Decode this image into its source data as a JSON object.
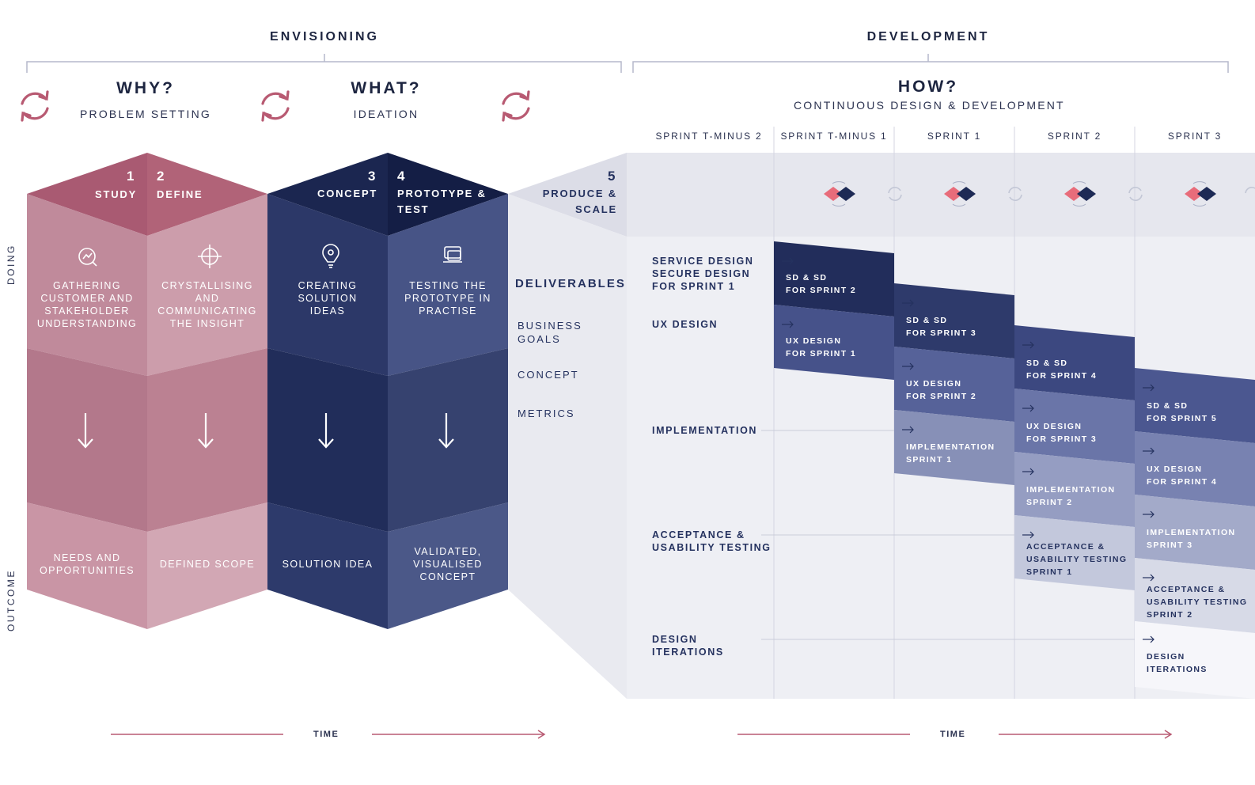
{
  "header": {
    "envisioning": "ENVISIONING",
    "development": "DEVELOPMENT"
  },
  "questions": {
    "why": {
      "title": "WHY?",
      "subtitle": "PROBLEM SETTING"
    },
    "what": {
      "title": "WHAT?",
      "subtitle": "IDEATION"
    },
    "how": {
      "title": "HOW?",
      "subtitle": "CONTINUOUS DESIGN & DEVELOPMENT"
    }
  },
  "sprints": [
    "SPRINT T-MINUS 2",
    "SPRINT T-MINUS 1",
    "SPRINT 1",
    "SPRINT 2",
    "SPRINT 3"
  ],
  "phases": [
    {
      "number": "1",
      "label": "STUDY",
      "activity": "GATHERING CUSTOMER AND STAKEHOLDER UNDERSTANDING",
      "outcome": "NEEDS AND OPPORTUNITIES",
      "icon": "chart-search-icon"
    },
    {
      "number": "2",
      "label": "DEFINE",
      "activity": "CRYSTALLISING AND COMMUNICATING THE INSIGHT",
      "outcome": "DEFINED SCOPE",
      "icon": "crosshair-icon"
    },
    {
      "number": "3",
      "label": "CONCEPT",
      "activity": "CREATING SOLUTION IDEAS",
      "outcome": "SOLUTION IDEA",
      "icon": "lightbulb-icon"
    },
    {
      "number": "4",
      "label_line1": "PROTOTYPE &",
      "label_line2": "TEST",
      "activity": "TESTING THE PROTOTYPE IN PRACTISE",
      "outcome": "VALIDATED, VISUALISED CONCEPT",
      "icon": "prototype-chat-icon"
    },
    {
      "number": "5",
      "label_line1": "PRODUCE &",
      "label_line2": "SCALE"
    }
  ],
  "deliverables": {
    "title": "DELIVERABLES",
    "items": [
      "BUSINESS GOALS",
      "CONCEPT",
      "METRICS"
    ]
  },
  "rows": [
    {
      "line1": "SERVICE DESIGN",
      "line2": "SECURE DESIGN",
      "line3": "FOR SPRINT 1"
    },
    {
      "line1": "UX DESIGN"
    },
    {
      "line1": "IMPLEMENTATION"
    },
    {
      "line1": "ACCEPTANCE &",
      "line2": "USABILITY TESTING"
    },
    {
      "line1": "DESIGN",
      "line2": "ITERATIONS"
    }
  ],
  "blocks": [
    [
      {
        "l1": "SD & SD",
        "l2": "FOR SPRINT 2"
      },
      {
        "l1": "UX DESIGN",
        "l2": "FOR SPRINT 1"
      }
    ],
    [
      {
        "l1": "SD & SD",
        "l2": "FOR SPRINT 3"
      },
      {
        "l1": "UX DESIGN",
        "l2": "FOR SPRINT 2"
      },
      {
        "l1": "IMPLEMENTATION",
        "l2": "SPRINT 1"
      }
    ],
    [
      {
        "l1": "SD & SD",
        "l2": "FOR SPRINT 4"
      },
      {
        "l1": "UX DESIGN",
        "l2": "FOR SPRINT 3"
      },
      {
        "l1": "IMPLEMENTATION",
        "l2": "SPRINT 2"
      },
      {
        "l1": "ACCEPTANCE &",
        "l2": "USABILITY TESTING",
        "l3": "SPRINT 1"
      }
    ],
    [
      {
        "l1": "SD & SD",
        "l2": "FOR SPRINT 5"
      },
      {
        "l1": "UX DESIGN",
        "l2": "FOR SPRINT 4"
      },
      {
        "l1": "IMPLEMENTATION",
        "l2": "SPRINT 3"
      },
      {
        "l1": "ACCEPTANCE &",
        "l2": "USABILITY TESTING",
        "l3": "SPRINT 2"
      },
      {
        "l1": "DESIGN",
        "l2": "ITERATIONS"
      }
    ]
  ],
  "axis": {
    "doing": "DOING",
    "outcome": "OUTCOME",
    "time": "TIME"
  },
  "colors": {
    "pink_dark": "#a85a72",
    "pink_mid": "#bb7f92",
    "pink_light": "#cf9caa",
    "navy_dark": "#1d2a55",
    "navy_mid": "#2f3c6b",
    "navy_light": "#4a5787",
    "coral": "#e86c7a",
    "grey_bg": "#ebecf2"
  }
}
